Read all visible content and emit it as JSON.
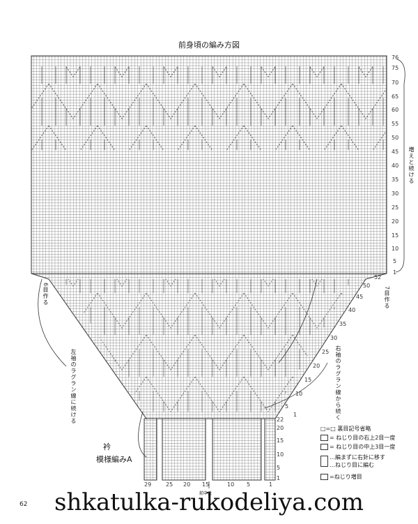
{
  "title": "前身頃の編み方図",
  "right_rows": [
    "76",
    "75",
    "70",
    "65",
    "60",
    "55",
    "50",
    "45",
    "40",
    "35",
    "30",
    "25",
    "20",
    "15",
    "10",
    "5",
    "1"
  ],
  "diag_rows": [
    "52",
    "50",
    "45",
    "40",
    "35",
    "30",
    "25",
    "20",
    "15",
    "10",
    "5",
    "1",
    "22",
    "20"
  ],
  "collar_rows": [
    "15",
    "10",
    "5",
    "1"
  ],
  "bottom_cols": [
    "29",
    "25",
    "20",
    "15",
    "10",
    "5",
    "1"
  ],
  "center_label": "前中央",
  "notes": {
    "right_continue": "増えと続ける",
    "left_cast": "6目作る",
    "right_cast": "7目作る",
    "left_raglan": "左袖のラグラン線に続ける",
    "right_raglan": "右袖のラグラン線から続く"
  },
  "collar": {
    "line1": "衿",
    "line2": "模様編みA"
  },
  "legend": [
    "□=□ 裏目記号省略",
    "= ねじり目の右上2目一度",
    "= ねじり目の中上3目一度",
    "…編まずに右針に移す",
    "…ねじり目に編む",
    "=ねじり増目"
  ],
  "page_number": "62",
  "watermark": "shkatulka-rukodeliya.com"
}
